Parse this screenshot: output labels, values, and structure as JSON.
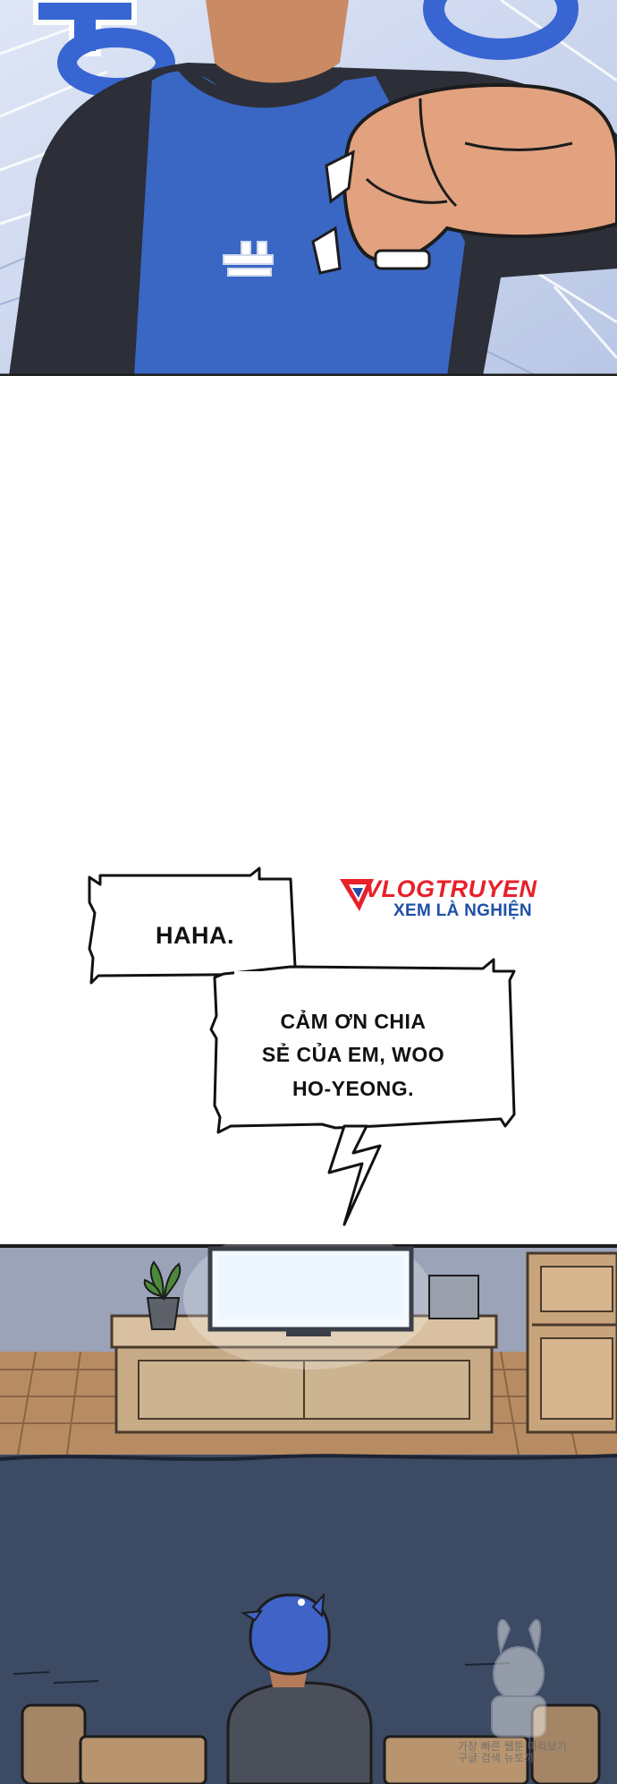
{
  "logo": {
    "title": "VLOGTRUYEN",
    "subtitle": "XEM LÀ NGHIỆN"
  },
  "bubbles": {
    "first": "HAHA.",
    "second_lines": [
      "CẢM ƠN CHIA",
      "SẺ CỦA EM, WOO",
      "HO-YEONG."
    ]
  },
  "watermark": {
    "lines": [
      "가장 빠른 웹툰 미리보기",
      "구글 검색 뉴토끼"
    ]
  },
  "colors": {
    "jersey_blue": "#3a66c4",
    "sleeve_dark": "#2c2f38",
    "skin": "#e2a27f",
    "floor_blue": "#3c4a63",
    "wood": "#c99a6c",
    "tv_glow": "#eef6ff",
    "logo_red": "#e8202a",
    "logo_blue": "#1e4fa8"
  }
}
